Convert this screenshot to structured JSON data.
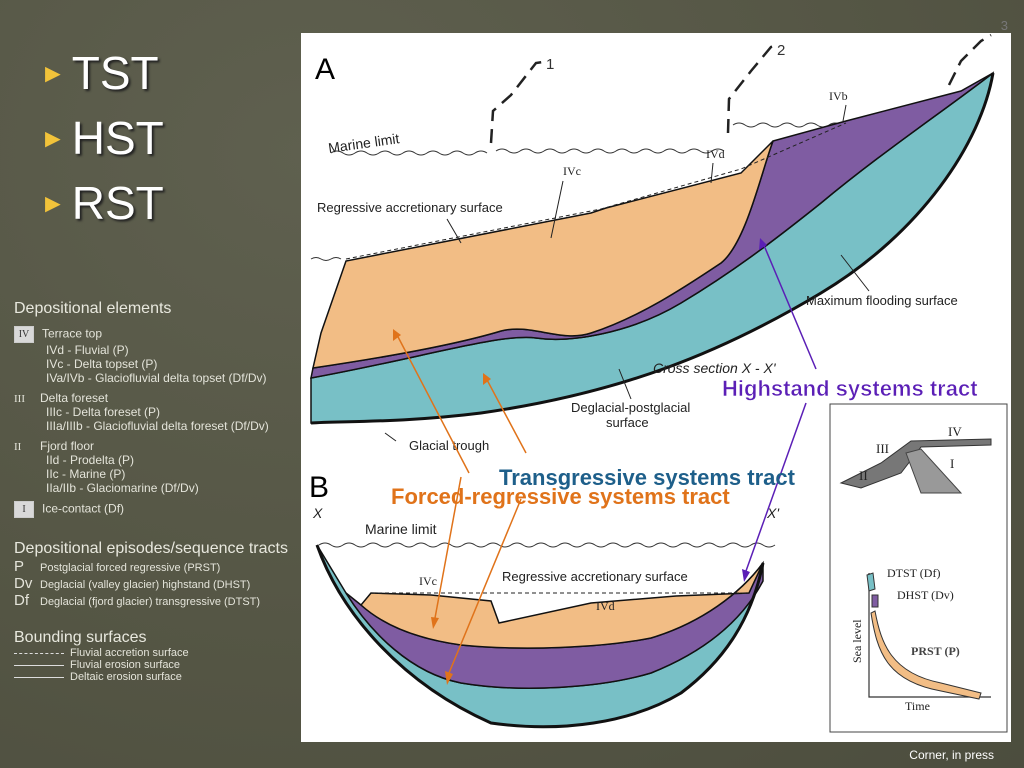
{
  "bullets": [
    {
      "label": "TST"
    },
    {
      "label": "HST"
    },
    {
      "label": "RST"
    }
  ],
  "legend": {
    "depositional_title": "Depositional elements",
    "iv_code": "IV",
    "iv_label": "Terrace top",
    "ivd": "IVd - Fluvial (P)",
    "ivc": "IVc - Delta topset (P)",
    "ivab": "IVa/IVb - Glaciofluvial delta topset (Df/Dv)",
    "iii_code": "III",
    "iii_label": "Delta foreset",
    "iiic": "IIIc - Delta foreset (P)",
    "iiiab": "IIIa/IIIb - Glaciofluvial delta foreset (Df/Dv)",
    "ii_code": "II",
    "ii_label": "Fjord floor",
    "iid": "IId - Prodelta (P)",
    "iic": "IIc - Marine (P)",
    "iiab": "IIa/IIb - Glaciomarine (Df/Dv)",
    "i_code": "I",
    "i_label": "Ice-contact (Df)",
    "episodes_title": "Depositional episodes/sequence tracts",
    "p_code": "P",
    "p_label": "Postglacial forced regressive (PRST)",
    "dv_code": "Dv",
    "dv_label": "Deglacial (valley glacier) highstand (DHST)",
    "df_code": "Df",
    "df_label": "Deglacial (fjord glacier) transgressive (DTST)",
    "bounding_title": "Bounding surfaces",
    "b1": "Fluvial accretion surface",
    "b2": "Fluvial erosion surface",
    "b3": "Deltaic erosion surface"
  },
  "diagram": {
    "panel_a": "A",
    "panel_b": "B",
    "num1": "1",
    "num2": "2",
    "num3": "3",
    "marine_limit_a": "Marine limit",
    "ivb": "IVb",
    "ivd_a": "IVd",
    "ivc_a": "IVc",
    "regressive_a": "Regressive accretionary surface",
    "mfs": "Maximum flooding surface",
    "cross_section": "Cross section X - X'",
    "deglacial_1": "Deglacial-postglacial",
    "deglacial_2": "surface",
    "glacial_trough": "Glacial trough",
    "hst_label": "Highstand systems tract",
    "tst_label": "Transgressive systems tract",
    "frst_label": "Forced-regressive systems tract",
    "x_left": "X",
    "x_right": "X'",
    "marine_limit_b": "Marine limit",
    "ivc_b": "IVc",
    "regressive_b": "Regressive accretionary surface",
    "ivd_b": "IVd",
    "inset_iv": "IV",
    "inset_iii": "III",
    "inset_ii": "II",
    "inset_i": "I",
    "dtst": "DTST (Df)",
    "dhst": "DHST (Dv)",
    "prst": "PRST (P)",
    "sea_level": "Sea level",
    "time": "Time"
  },
  "credit": "Corner, in press",
  "colors": {
    "orange_fill": "#f2bd85",
    "purple_fill": "#7f5ca2",
    "teal_fill": "#78c0c6",
    "hst_text": "#5b1fb6",
    "tst_text": "#1e5f8a",
    "frst_text": "#e0731a",
    "bullet_triangle": "#f2c33a"
  }
}
